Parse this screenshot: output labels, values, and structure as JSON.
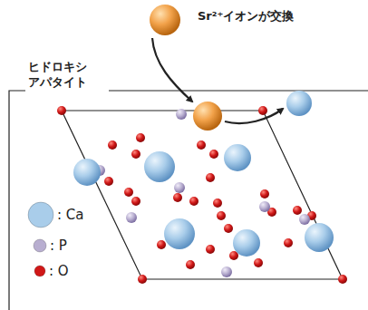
{
  "diagram": {
    "labels": [
      "Sr²⁺イオンが交換",
      "ヒドロキシ アパタイト"
    ],
    "legend": [
      {
        "text": ": Ca",
        "color": "#a9cdea"
      },
      {
        "text": ": P",
        "color": "#b8aed0"
      },
      {
        "text": ": O",
        "color": "#d01818"
      }
    ]
  }
}
